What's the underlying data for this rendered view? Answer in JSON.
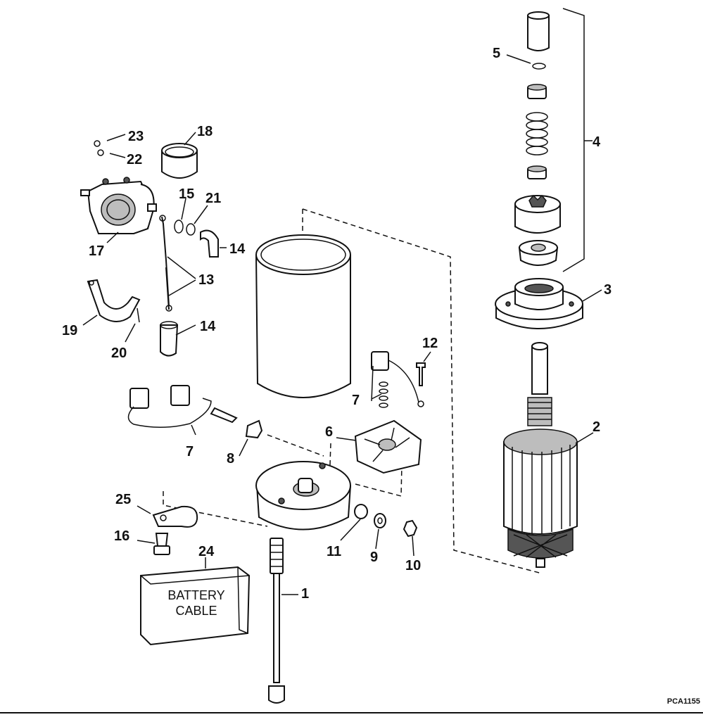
{
  "diagram": {
    "drawing_code": "PCA1155",
    "battery_box": {
      "line1": "BATTERY",
      "line2": "CABLE"
    },
    "labels": {
      "p1": "1",
      "p2": "2",
      "p3": "3",
      "p4": "4",
      "p5": "5",
      "p6": "6",
      "p7a": "7",
      "p7b": "7",
      "p8": "8",
      "p9": "9",
      "p10": "10",
      "p11": "11",
      "p12": "12",
      "p13": "13",
      "p14a": "14",
      "p14b": "14",
      "p15": "15",
      "p16": "16",
      "p17": "17",
      "p18": "18",
      "p19": "19",
      "p20": "20",
      "p21": "21",
      "p22": "22",
      "p23": "23",
      "p24": "24",
      "p25": "25"
    }
  }
}
